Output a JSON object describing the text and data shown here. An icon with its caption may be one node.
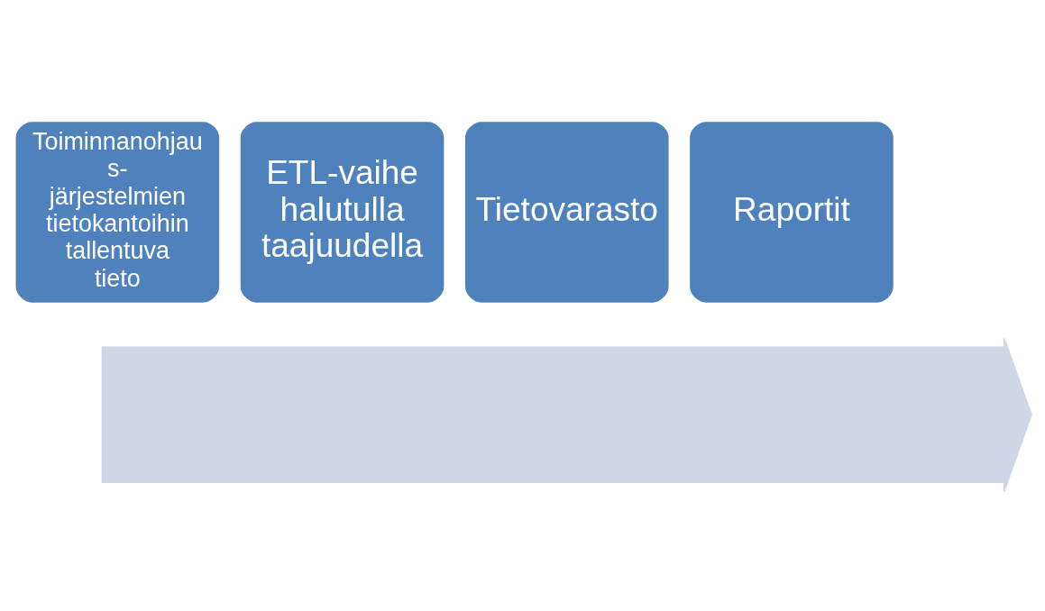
{
  "diagram": {
    "nodes": [
      {
        "text": [],
        "shape": "arrow"
      },
      {
        "text": [
          "Toiminnanohjaus-järjestelmien tietokantoihin tallentuva tieto"
        ]
      },
      {
        "text": [
          "ETL-vaihe halutulla taajuudella"
        ]
      },
      {
        "text": [
          "Tietovarasto"
        ]
      },
      {
        "text": [
          "Raportit"
        ]
      }
    ]
  }
}
